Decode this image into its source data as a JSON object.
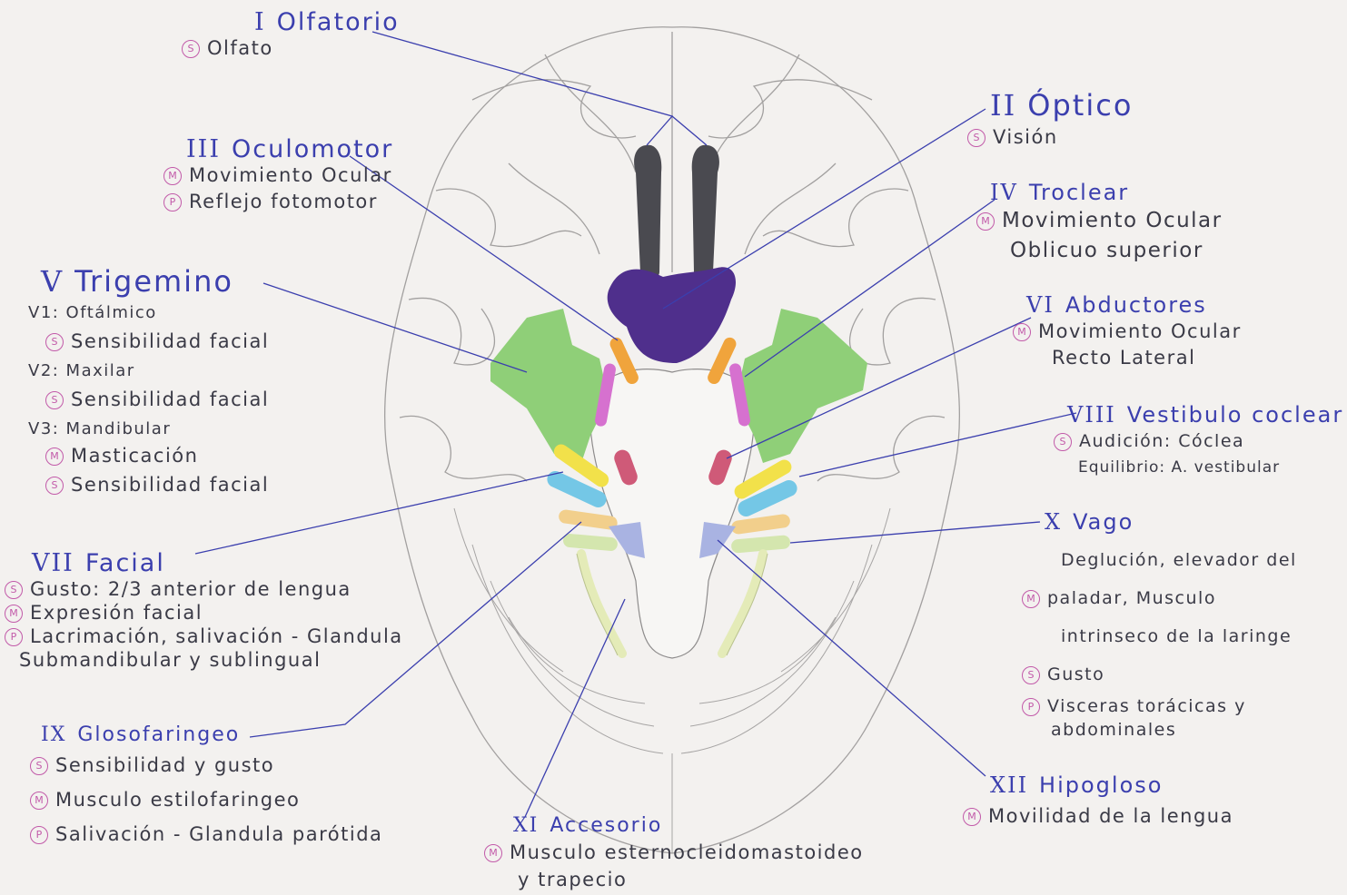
{
  "colors": {
    "paper": "#f3f1ef",
    "pencil": "#8e8c8c",
    "ink": "#3b3fae",
    "text": "#3a3a46",
    "bullet": "#c25aa9",
    "olfactory": "#4a4a50",
    "optic": "#4f2f8c",
    "oculomotor": "#f0a43c",
    "trochlear": "#d671cf",
    "trigeminal": "#8fcf78",
    "abducens": "#cf5a78",
    "facial": "#f2e14a",
    "vestibulocochlear": "#74c7e6",
    "glossopharyngeal": "#f2cf8c",
    "vagus": "#d4e6ae",
    "accessory": "#e4ebb8",
    "hypoglossal": "#a9b3e2"
  },
  "nerves": {
    "olfatorio": {
      "numeral": "I",
      "name": "Olfatorio",
      "items": [
        {
          "icon": "S",
          "text": "Olfato"
        }
      ]
    },
    "oculomotor": {
      "numeral": "III",
      "name": "Oculomotor",
      "items": [
        {
          "icon": "M",
          "text": "Movimiento Ocular"
        },
        {
          "icon": "P",
          "text": "Reflejo fotomotor"
        }
      ]
    },
    "trigemino": {
      "numeral": "V",
      "name": "Trigemino",
      "items": [
        {
          "icon": "",
          "text": "V1: Oftálmico"
        },
        {
          "icon": "S",
          "text": "Sensibilidad facial"
        },
        {
          "icon": "",
          "text": "V2: Maxilar"
        },
        {
          "icon": "S",
          "text": "Sensibilidad facial"
        },
        {
          "icon": "",
          "text": "V3: Mandibular"
        },
        {
          "icon": "M",
          "text": "Masticación"
        },
        {
          "icon": "S",
          "text": "Sensibilidad facial"
        }
      ]
    },
    "facial": {
      "numeral": "VII",
      "name": "Facial",
      "items": [
        {
          "icon": "S",
          "text": "Gusto: 2/3 anterior de lengua"
        },
        {
          "icon": "M",
          "text": "Expresión facial"
        },
        {
          "icon": "P",
          "text": "Lacrimación, salivación - Glandula"
        },
        {
          "icon": "",
          "text": "Submandibular y sublingual"
        }
      ]
    },
    "glosofaringeo": {
      "numeral": "IX",
      "name": "Glosofaringeo",
      "items": [
        {
          "icon": "S",
          "text": "Sensibilidad y gusto"
        },
        {
          "icon": "M",
          "text": "Musculo estilofaringeo"
        },
        {
          "icon": "P",
          "text": "Salivación - Glandula parótida"
        }
      ]
    },
    "accesorio": {
      "numeral": "XI",
      "name": "Accesorio",
      "items": [
        {
          "icon": "M",
          "text": "Musculo esternocleidomastoideo"
        },
        {
          "icon": "",
          "text": "y trapecio"
        }
      ]
    },
    "optico": {
      "numeral": "II",
      "name": "Óptico",
      "items": [
        {
          "icon": "S",
          "text": "Visión"
        }
      ]
    },
    "troclear": {
      "numeral": "IV",
      "name": "Troclear",
      "items": [
        {
          "icon": "M",
          "text": "Movimiento Ocular"
        },
        {
          "icon": "",
          "text": "Oblicuo superior"
        }
      ]
    },
    "abductores": {
      "numeral": "VI",
      "name": "Abductores",
      "items": [
        {
          "icon": "M",
          "text": "Movimiento Ocular"
        },
        {
          "icon": "",
          "text": "Recto Lateral"
        }
      ]
    },
    "vestibulococlear": {
      "numeral": "VIII",
      "name": "Vestibulo coclear",
      "items": [
        {
          "icon": "S",
          "text": "Audición: Cóclea"
        },
        {
          "icon": "",
          "text": "Equilibrio: A. vestibular"
        }
      ]
    },
    "vago": {
      "numeral": "X",
      "name": "Vago",
      "items": [
        {
          "icon": "",
          "text": "Deglución, elevador del"
        },
        {
          "icon": "M",
          "text": "paladar, Musculo"
        },
        {
          "icon": "",
          "text": "intrinseco de la laringe"
        },
        {
          "icon": "S",
          "text": "Gusto"
        },
        {
          "icon": "P",
          "text": "Visceras torácicas y"
        },
        {
          "icon": "",
          "text": "abdominales"
        }
      ]
    },
    "hipogloso": {
      "numeral": "XII",
      "name": "Hipogloso",
      "items": [
        {
          "icon": "M",
          "text": "Movilidad de la lengua"
        }
      ]
    }
  }
}
